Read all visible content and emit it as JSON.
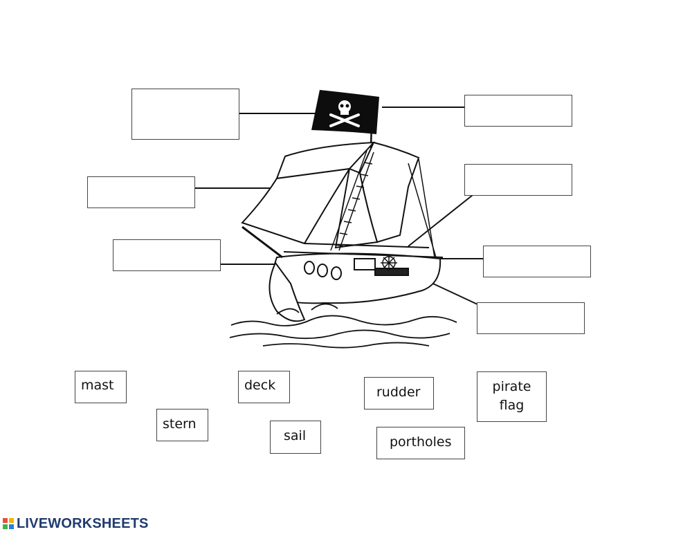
{
  "worksheet": {
    "answer_boxes": [
      {
        "id": "flag-top-left",
        "value": ""
      },
      {
        "id": "flag-top-right",
        "value": ""
      },
      {
        "id": "sail-left",
        "value": ""
      },
      {
        "id": "mast-right",
        "value": ""
      },
      {
        "id": "bow-left",
        "value": ""
      },
      {
        "id": "stern-right",
        "value": ""
      },
      {
        "id": "hull-right",
        "value": ""
      }
    ],
    "word_bank": [
      {
        "label": "mast"
      },
      {
        "label": "deck"
      },
      {
        "label": "rudder"
      },
      {
        "label": "pirate",
        "label2": "flag"
      },
      {
        "label": "stern"
      },
      {
        "label": "sail"
      },
      {
        "label": "portholes"
      }
    ]
  },
  "brand": {
    "name": "LIVEWORKSHEETS",
    "colors": {
      "text": "#1f3b6e",
      "logo": [
        "#e94e3c",
        "#f5b400",
        "#3bb54a",
        "#2a7fd4"
      ]
    }
  }
}
